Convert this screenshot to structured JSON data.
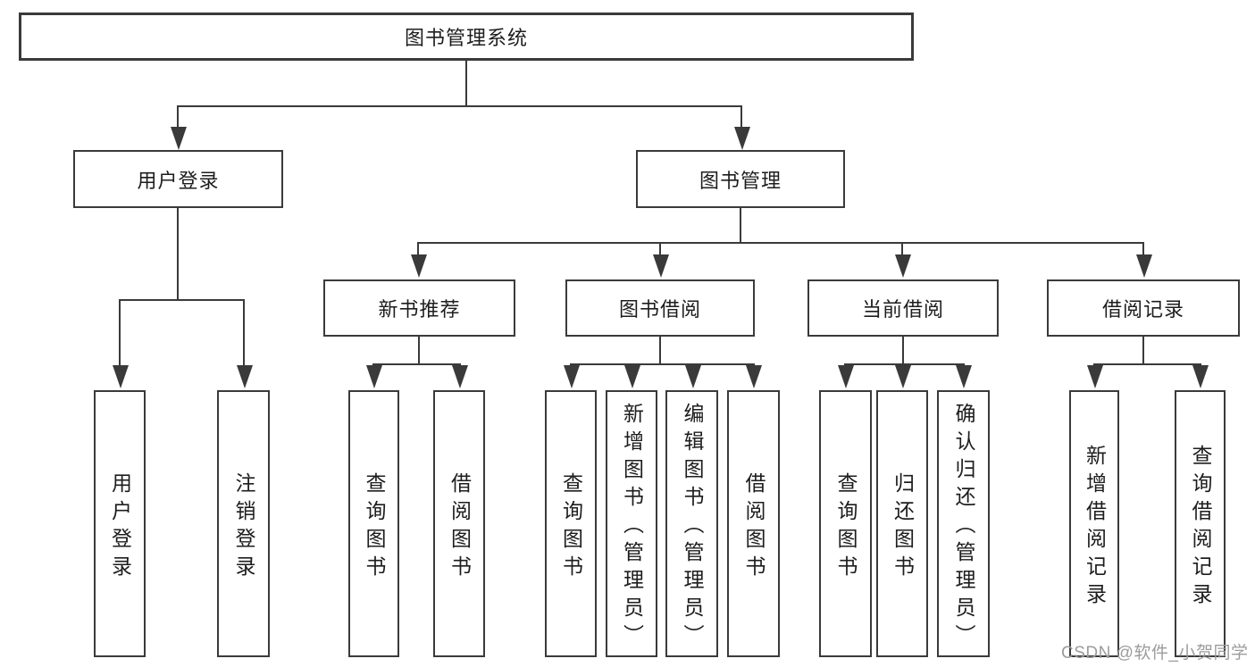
{
  "tree": {
    "root": "图书管理系统",
    "children": [
      {
        "label": "用户登录",
        "children": [
          "用户登录",
          "注销登录"
        ]
      },
      {
        "label": "图书管理",
        "children": [
          {
            "label": "新书推荐",
            "children": [
              "查询图书",
              "借阅图书"
            ]
          },
          {
            "label": "图书借阅",
            "children": [
              "查询图书",
              "新增图书（管理员）",
              "编辑图书（管理员）",
              "借阅图书"
            ]
          },
          {
            "label": "当前借阅",
            "children": [
              "查询图书",
              "归还图书",
              "确认归还（管理员）"
            ]
          },
          {
            "label": "借阅记录",
            "children": [
              "新增借阅记录",
              "查询借阅记录"
            ]
          }
        ]
      }
    ]
  },
  "watermark": "CSDN @软件_小贺同学",
  "colors": {
    "line": "#3a3a3a",
    "text": "#1d1d1d",
    "watermark": "#9c9c9c",
    "background": "#ffffff"
  }
}
